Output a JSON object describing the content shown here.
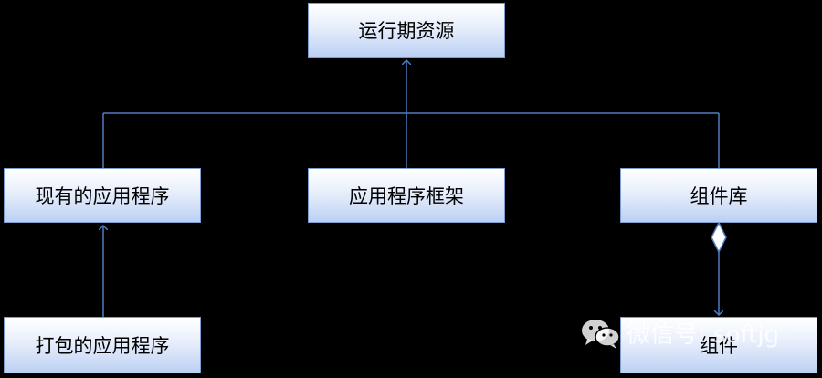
{
  "diagram": {
    "nodes": {
      "runtime": "运行期资源",
      "existing_app": "现有的应用程序",
      "framework": "应用程序框架",
      "library": "组件库",
      "packaged_app": "打包的应用程序",
      "component": "组件"
    },
    "edges": [
      {
        "from": "existing_app",
        "to": "runtime",
        "type": "generalization"
      },
      {
        "from": "framework",
        "to": "runtime",
        "type": "generalization"
      },
      {
        "from": "library",
        "to": "runtime",
        "type": "generalization"
      },
      {
        "from": "packaged_app",
        "to": "existing_app",
        "type": "generalization"
      },
      {
        "from": "library",
        "to": "component",
        "type": "aggregation"
      }
    ],
    "colors": {
      "background": "#000000",
      "line": "#4f7ec1",
      "box_border": "#7f9ed0"
    }
  },
  "watermark": {
    "icon": "wechat-icon",
    "text": "微信号: softjg"
  }
}
